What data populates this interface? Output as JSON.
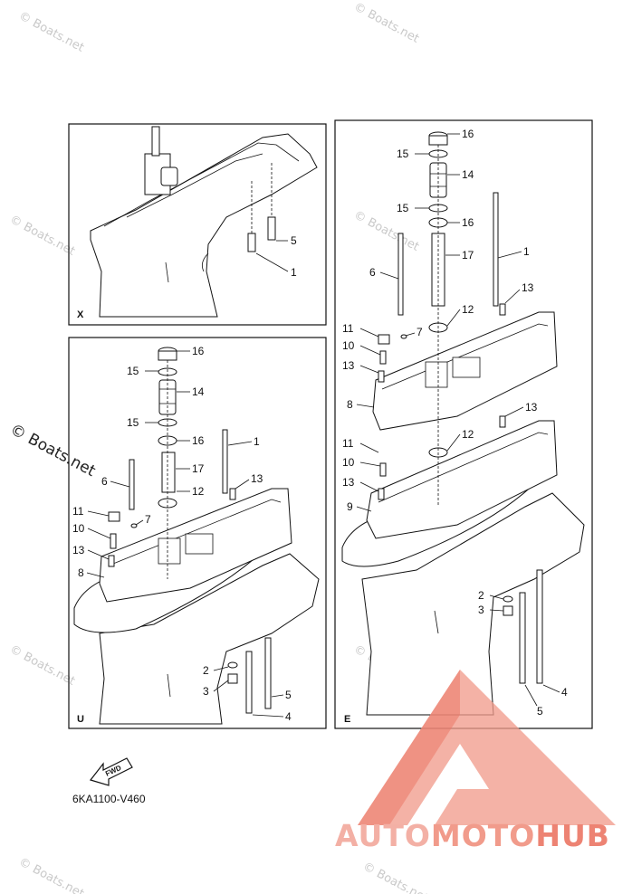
{
  "panels": {
    "x": {
      "letter": "X",
      "callouts": [
        "5",
        "1"
      ]
    },
    "u": {
      "letter": "U",
      "callouts": [
        "16",
        "15",
        "14",
        "15",
        "16",
        "1",
        "6",
        "17",
        "13",
        "11",
        "12",
        "7",
        "10",
        "13",
        "8",
        "2",
        "3",
        "5",
        "4"
      ]
    },
    "e": {
      "letter": "E",
      "callouts": [
        "16",
        "15",
        "14",
        "15",
        "16",
        "1",
        "17",
        "6",
        "13",
        "11",
        "12",
        "7",
        "10",
        "13",
        "8",
        "13",
        "11",
        "12",
        "10",
        "13",
        "9",
        "2",
        "3",
        "4",
        "5"
      ]
    }
  },
  "fwd_label": "FWD",
  "part_code": "6KA1100-V460",
  "watermark": "© Boats.net",
  "brand": {
    "part1": "AUTO",
    "part2": "MOTO",
    "part3": "HUB"
  },
  "colors": {
    "line": "#111111",
    "logo_light": "#f3b0a5",
    "logo_mid": "#f19b8b",
    "logo_dark": "#ed8373",
    "watermark": "#c9c9c9"
  }
}
